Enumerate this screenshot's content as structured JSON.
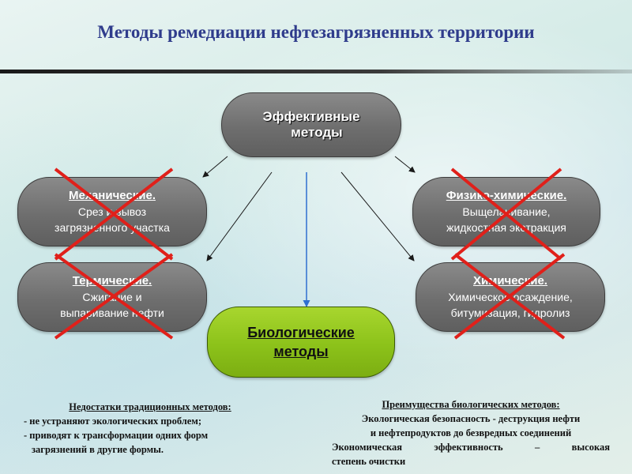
{
  "title": "Методы ремедиации нефтезагрязненных территории",
  "top_node": {
    "line1": "Эффективные",
    "line2": "методы"
  },
  "nodes": {
    "mechanical": {
      "head": "Механические.",
      "desc1": "Срез и вывоз",
      "desc2": "загрязненного участка"
    },
    "thermal": {
      "head": "Термические.",
      "desc1": "Сжигание и",
      "desc2": "выпаривание нефти"
    },
    "physchem": {
      "head": "Физико-химические.",
      "desc1": "Выщелачивание,",
      "desc2": "жидкостная экстракция"
    },
    "chemical": {
      "head": "Химические.",
      "desc1": "Химическое осаждение,",
      "desc2": "битумизация, гидролиз"
    },
    "biological": {
      "line1": "Биологические",
      "line2": "методы"
    }
  },
  "notes": {
    "disadvantages": {
      "heading": "Недостатки традиционных методов:",
      "line1": "- не устраняют экологических проблем;",
      "line2": "- приводят к трансформации одних форм",
      "line3": "загрязнений в другие формы."
    },
    "advantages": {
      "heading": "Преимущества биологических методов:",
      "line1": "Экологическая безопасность - деструкция нефти",
      "line2": "и нефтепродуктов  до безвредных соединений",
      "line3": "Экономическая эффективность – высокая",
      "line4": "степень очистки"
    }
  },
  "colors": {
    "title": "#2f3c8c",
    "cross": "#e0201a",
    "bio": "#8cc21a",
    "gray": "#6e6e6e"
  }
}
